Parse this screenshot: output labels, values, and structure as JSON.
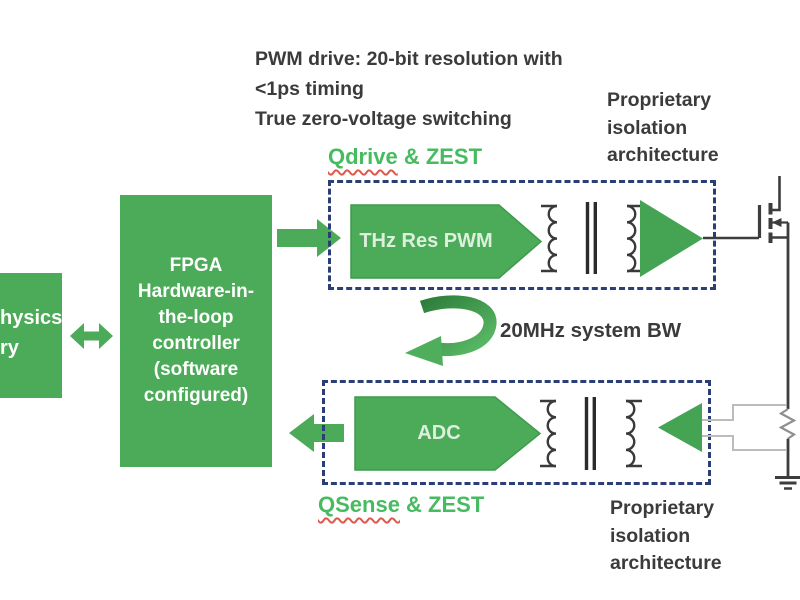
{
  "colors": {
    "green": "#4cab58",
    "green_heading": "#47bb5f",
    "dashed_border": "#2b3e75",
    "wire_dark": "#3d3d3d",
    "wire_light": "#bcbcbc",
    "text_dark": "#3b3b3b",
    "squiggle_red": "#e0584b",
    "box_text": "#ffffff"
  },
  "note": {
    "lines": [
      "PWM drive: 20-bit resolution with",
      "<1ps timing",
      "True zero-voltage switching"
    ]
  },
  "headings": {
    "qdrive": {
      "highlight": "Qdrive",
      "rest": " & ZEST"
    },
    "qsense": {
      "highlight": "QSense",
      "rest": " & ZEST"
    }
  },
  "isolation_top": {
    "lines": [
      "Proprietary",
      "isolation",
      "architecture"
    ]
  },
  "isolation_bottom": {
    "lines": [
      "Proprietary",
      "isolation",
      "architecture"
    ]
  },
  "bandwidth_label": "20MHz system BW",
  "left_box": {
    "lines": [
      "hysics",
      "ry"
    ]
  },
  "fpga_box": {
    "lines": [
      "FPGA",
      "Hardware-in-",
      "the-loop",
      "controller",
      "(software",
      "configured)"
    ]
  },
  "pwm_block": {
    "label": "THz Res PWM"
  },
  "adc_block": {
    "label": "ADC"
  },
  "icons": {
    "bidirectional_arrow": "double-headed block arrow",
    "fpga_to_pwm_arrow": "right-pointing block arrow",
    "adc_to_fpga_arrow": "left-pointing block arrow",
    "loopback_arrow": "curved rotation arrow",
    "isolation_transformer": "transformer coils with core",
    "amplifier": "triangle amplifier",
    "mosfet": "power MOSFET symbol",
    "sense_resistor": "current sense resistor",
    "ground": "ground symbol"
  }
}
